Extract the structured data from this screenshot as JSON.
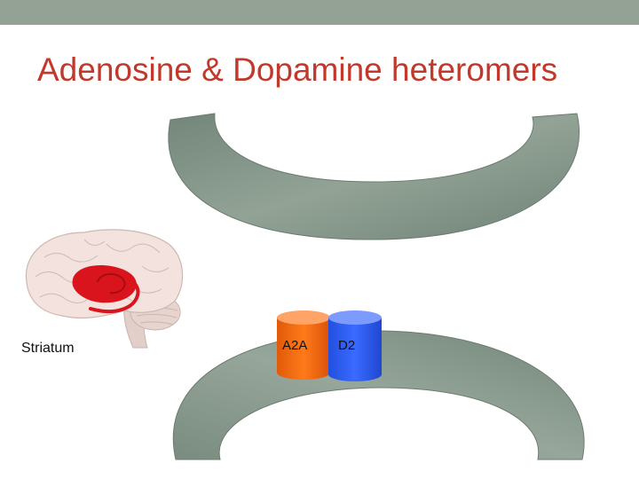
{
  "slide": {
    "title": "Adenosine & Dopamine heteromers"
  },
  "labels": {
    "brain_region": "Striatum",
    "receptor_a2a": "A2A",
    "receptor_d2": "D2"
  },
  "colors": {
    "top_bar": "#94a296",
    "title": "#c0392b",
    "membrane": "#7f9184",
    "a2a_receptor": "#f26a10",
    "d2_receptor": "#2f5ff0",
    "striatum": "#d9141c",
    "brain": "#f1dcd6"
  },
  "icons": [
    "brain-icon"
  ]
}
